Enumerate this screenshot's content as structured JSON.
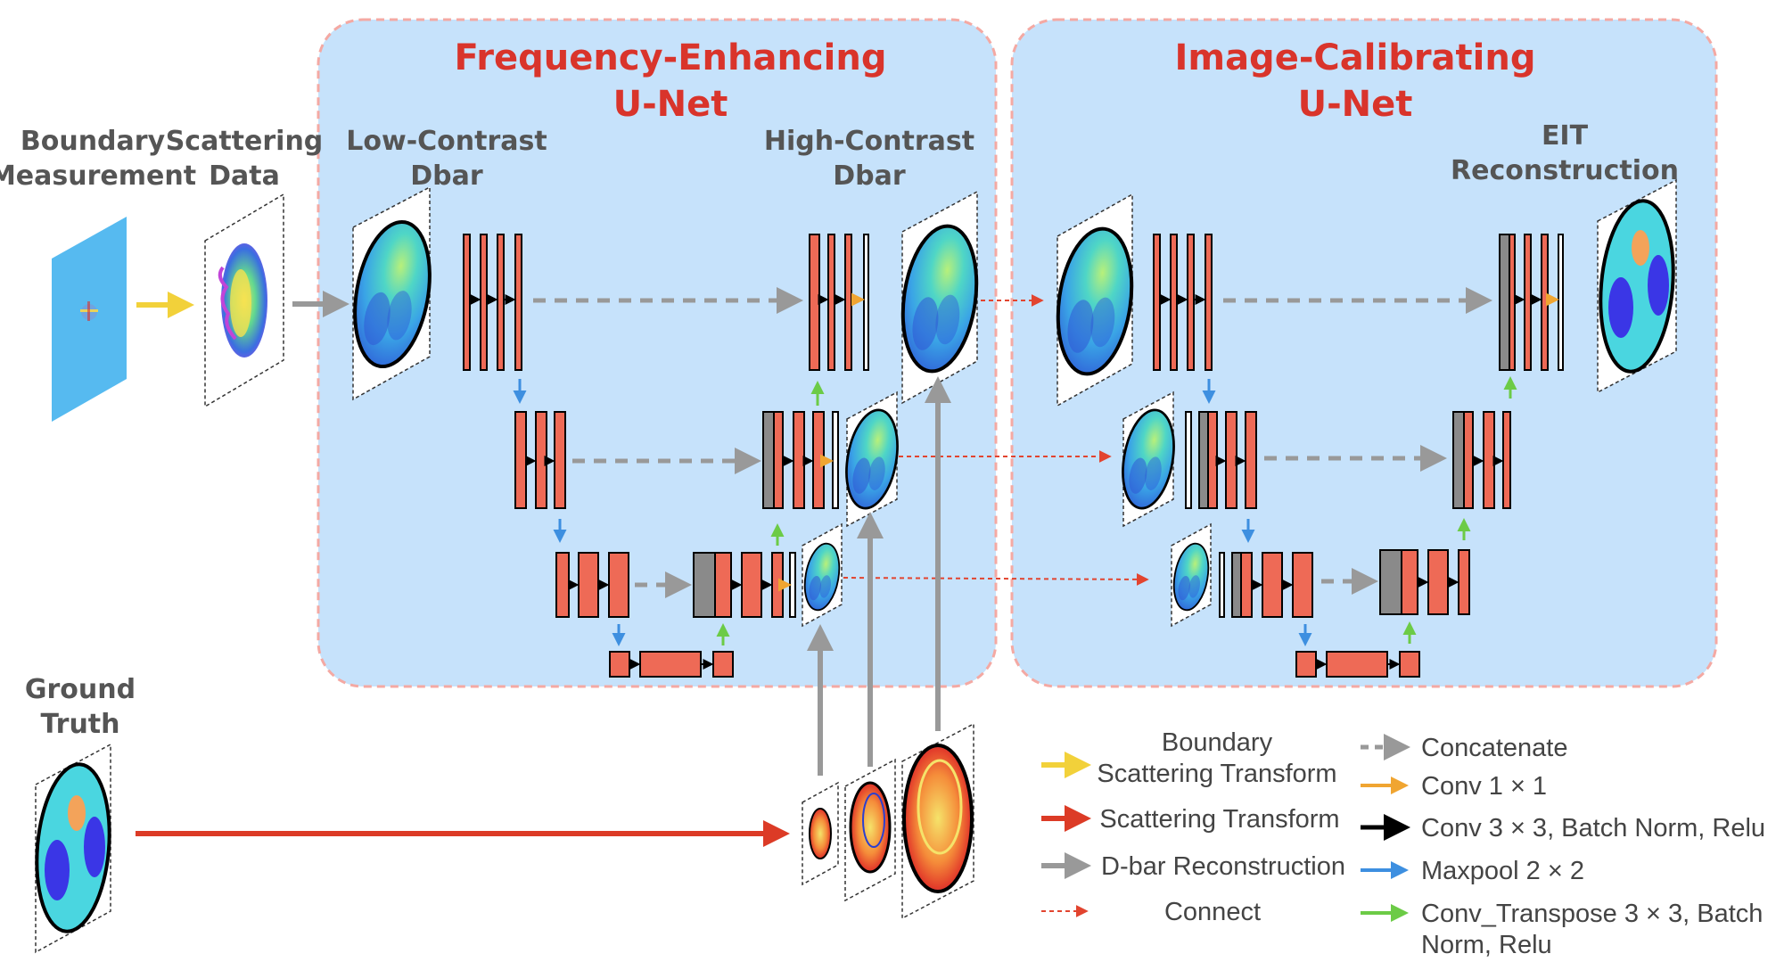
{
  "figure": {
    "titles": {
      "frequency_enhancing_line1": "Frequency-Enhancing",
      "frequency_enhancing_line2": "U-Net",
      "image_calibrating_line1": "Image-Calibrating",
      "image_calibrating_line2": "U-Net"
    },
    "labels": {
      "boundary_line1": "Boundary",
      "boundary_line2": "Measurement",
      "scattering_line1": "Scattering",
      "scattering_line2": "Data",
      "low_contrast_line1": "Low-Contrast",
      "low_contrast_line2": "Dbar",
      "high_contrast_line1": "High-Contrast",
      "high_contrast_line2": "Dbar",
      "eit_line1": "EIT",
      "eit_line2": "Reconstruction",
      "ground_truth_line1": "Ground",
      "ground_truth_line2": "Truth"
    },
    "legend": {
      "boundary_scattering_line1": "Boundary",
      "boundary_scattering_line2": "Scattering Transform",
      "scattering_transform": "Scattering Transform",
      "dbar_reconstruction": "D-bar Reconstruction",
      "connect": "Connect",
      "concatenate": "Concatenate",
      "conv1": "Conv 1 × 1",
      "conv3": "Conv 3 × 3, Batch Norm, Relu",
      "maxpool": "Maxpool 2 × 2",
      "convt_line1": "Conv_Transpose 3 × 3, Batch",
      "convt_line2": "Norm, Relu"
    },
    "colors": {
      "panel_fill": "#c6e2fb",
      "panel_border": "#f4a9a3",
      "title": "#d9342b",
      "block": "#ee6a56",
      "block_gray": "#8a8a8a",
      "arrow_yellow": "#f2d13a",
      "arrow_red": "#dc3b26",
      "arrow_gray": "#999999",
      "arrow_orange": "#f0a531",
      "arrow_blue": "#3d8fe0",
      "arrow_green": "#6ccb46",
      "connect_red": "#e2442f"
    }
  }
}
